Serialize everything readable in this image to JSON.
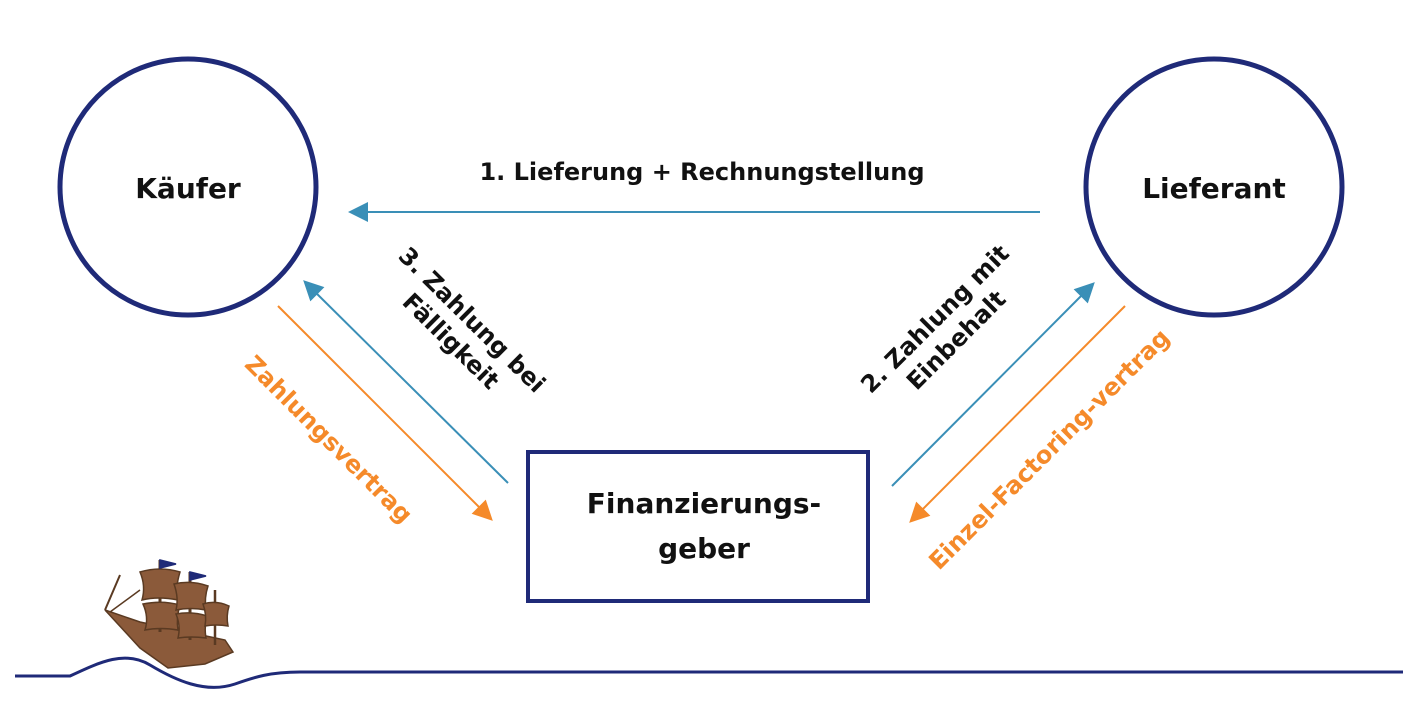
{
  "nodes": {
    "kaeufer": "Käufer",
    "lieferant": "Lieferant",
    "finanzierer_line1": "Finanzierungs-",
    "finanzierer_line2": "geber"
  },
  "flows": {
    "step1": "1. Lieferung + Rechnungstellung",
    "step2_line1": "2. Zahlung mit",
    "step2_line2": "Einbehalt",
    "step3_line1": "3. Zahlung bei",
    "step3_line2": "Fälligkeit",
    "contract_left": "Zahlungsvertrag",
    "contract_right": "Einzel-Factoring-vertrag"
  },
  "colors": {
    "node_border": "#1f2a78",
    "flow_blue": "#3a8fb7",
    "contract_orange": "#f58a2a",
    "text_dark": "#111111",
    "ship_brown": "#8b5a3a",
    "ground_line": "#1f2a78"
  }
}
